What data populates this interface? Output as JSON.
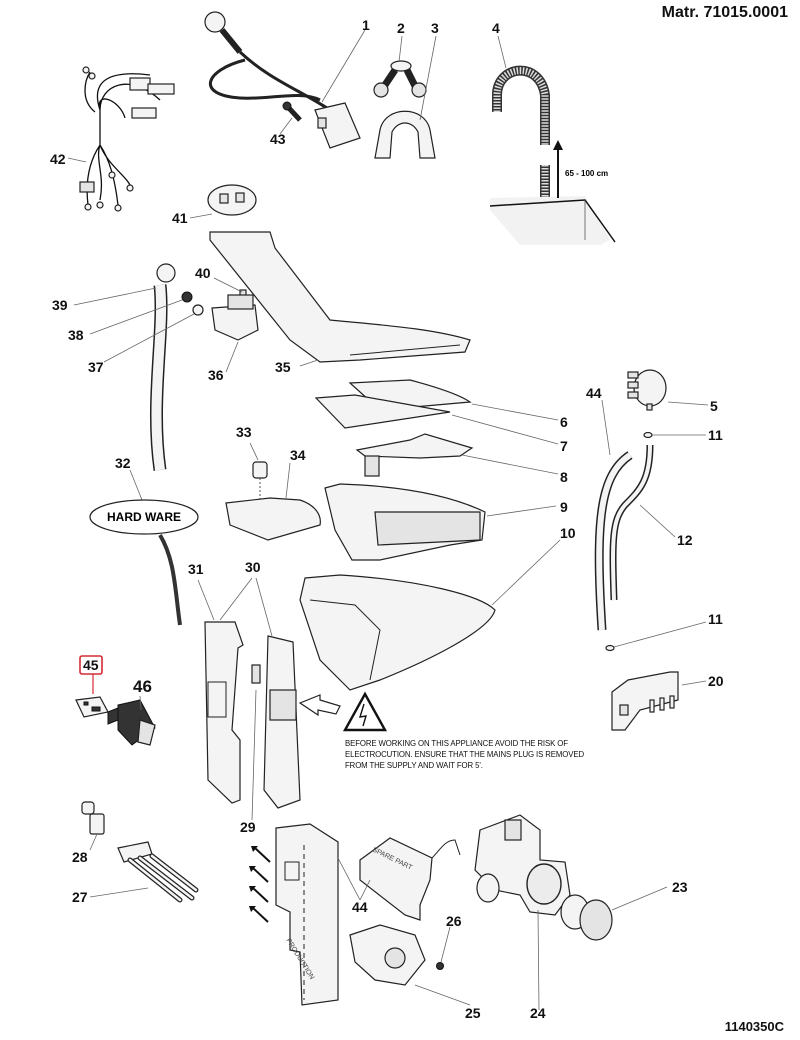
{
  "header": {
    "material_code": "Matr. 71015.0001"
  },
  "footer": {
    "drawing_code": "1140350C"
  },
  "warning": {
    "icon": "high-voltage-icon",
    "text": "BEFORE WORKING ON THIS APPLIANCE AVOID THE RISK OF ELECTROCUTION. ENSURE THAT THE MAINS PLUG IS REMOVED FROM THE SUPPLY AND WAIT FOR 5'."
  },
  "annotations": {
    "drain_height": "65 - 100 cm",
    "hardware_bubble": "HARD WARE",
    "spare_part_stamp": "SPARE PART",
    "production_stamp": "PRODUCTION"
  },
  "highlight": {
    "part_number": "45",
    "color": "#d62b35"
  },
  "parts": [
    {
      "id": "1",
      "label": "1"
    },
    {
      "id": "2",
      "label": "2"
    },
    {
      "id": "3",
      "label": "3"
    },
    {
      "id": "4",
      "label": "4"
    },
    {
      "id": "5",
      "label": "5"
    },
    {
      "id": "6",
      "label": "6"
    },
    {
      "id": "7",
      "label": "7"
    },
    {
      "id": "8",
      "label": "8"
    },
    {
      "id": "9",
      "label": "9"
    },
    {
      "id": "10",
      "label": "10"
    },
    {
      "id": "11a",
      "label": "11"
    },
    {
      "id": "11b",
      "label": "11"
    },
    {
      "id": "12",
      "label": "12"
    },
    {
      "id": "20",
      "label": "20"
    },
    {
      "id": "23",
      "label": "23"
    },
    {
      "id": "24",
      "label": "24"
    },
    {
      "id": "25",
      "label": "25"
    },
    {
      "id": "26",
      "label": "26"
    },
    {
      "id": "27",
      "label": "27"
    },
    {
      "id": "28",
      "label": "28"
    },
    {
      "id": "29",
      "label": "29"
    },
    {
      "id": "30",
      "label": "30"
    },
    {
      "id": "31",
      "label": "31"
    },
    {
      "id": "32",
      "label": "32"
    },
    {
      "id": "33",
      "label": "33"
    },
    {
      "id": "34",
      "label": "34"
    },
    {
      "id": "35",
      "label": "35"
    },
    {
      "id": "36",
      "label": "36"
    },
    {
      "id": "37",
      "label": "37"
    },
    {
      "id": "38",
      "label": "38"
    },
    {
      "id": "39",
      "label": "39"
    },
    {
      "id": "40",
      "label": "40"
    },
    {
      "id": "41",
      "label": "41"
    },
    {
      "id": "42",
      "label": "42"
    },
    {
      "id": "43",
      "label": "43"
    },
    {
      "id": "44a",
      "label": "44"
    },
    {
      "id": "44b",
      "label": "44"
    },
    {
      "id": "45",
      "label": "45"
    },
    {
      "id": "46",
      "label": "46"
    }
  ]
}
